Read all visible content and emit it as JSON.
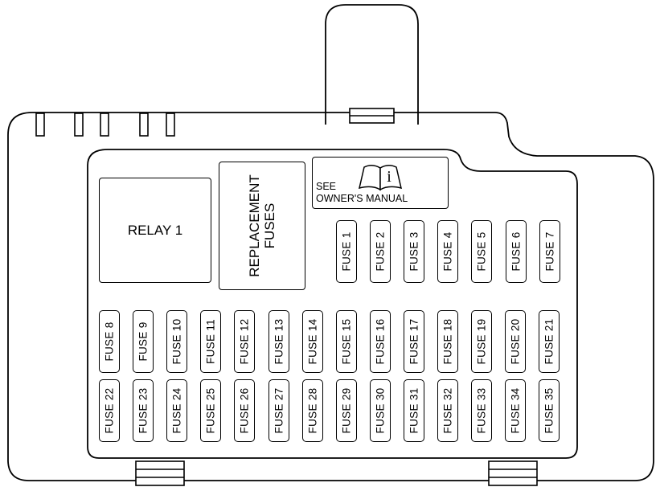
{
  "labels": {
    "relay": "RELAY 1",
    "replacement_line1": "REPLACEMENT",
    "replacement_line2": "FUSES",
    "see": "SEE",
    "owners_manual": "OWNER'S MANUAL",
    "info_glyph": "i"
  },
  "fuses_top": [
    "FUSE 1",
    "FUSE 2",
    "FUSE 3",
    "FUSE 4",
    "FUSE 5",
    "FUSE 6",
    "FUSE 7"
  ],
  "fuses_mid": [
    "FUSE 8",
    "FUSE 9",
    "FUSE 10",
    "FUSE 11",
    "FUSE 12",
    "FUSE 13",
    "FUSE 14",
    "FUSE 15",
    "FUSE 16",
    "FUSE 17",
    "FUSE 18",
    "FUSE 19",
    "FUSE 20",
    "FUSE 21"
  ],
  "fuses_bot": [
    "FUSE 22",
    "FUSE 23",
    "FUSE 24",
    "FUSE 25",
    "FUSE 26",
    "FUSE 27",
    "FUSE 28",
    "FUSE 29",
    "FUSE 30",
    "FUSE 31",
    "FUSE 32",
    "FUSE 33",
    "FUSE 34",
    "FUSE 35"
  ],
  "colors": {
    "stroke": "#000000",
    "background": "#ffffff"
  }
}
